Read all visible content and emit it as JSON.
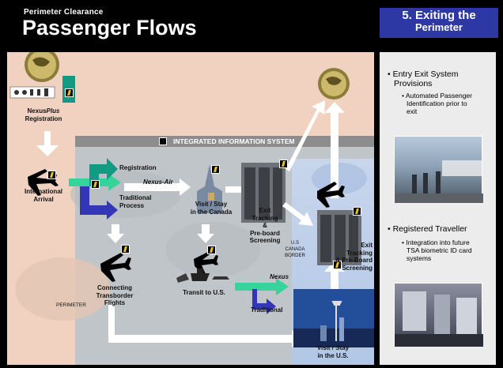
{
  "header": {
    "kicker": "Perimeter Clearance",
    "title": "Passenger Flows",
    "section_number": "5. Exiting the",
    "section_name": "Perimeter"
  },
  "diagram": {
    "integrated_system_label": "INTEGRATED INFORMATION SYSTEM",
    "nexus_plus_line1_a": "Nexus",
    "nexus_plus_line1_b": "Plus",
    "nexus_plus_line2": "Registration",
    "international_arrival_1": "International",
    "international_arrival_2": "Arrival",
    "registration": "Registration",
    "nexus_air": "Nexus-Air",
    "traditional_process_1": "Traditional",
    "traditional_process_2": "Process",
    "visit_canada_1": "Visit / Stay",
    "visit_canada_2": "in the Canada",
    "exit_tracking_1_a": "Exit",
    "exit_tracking_1_b": "Tracking",
    "exit_tracking_1_c": "&",
    "exit_tracking_1_d": "Pre-board",
    "exit_tracking_1_e": "Screening",
    "border_1": "U.S",
    "border_2": "CANADA",
    "border_3": "BORDER",
    "exit_tracking_2_a": "Exit",
    "exit_tracking_2_b": "Tracking",
    "exit_tracking_2_c": "& Pre-Board",
    "exit_tracking_2_d": "Screening",
    "connecting_1": "Connecting",
    "connecting_2": "Transborder",
    "connecting_3": "Flights",
    "perimeter": "PERIMETER",
    "transit": "Transit to U.S.",
    "nexus": "Nexus",
    "traditional": "Traditional",
    "visit_us_1": "Visit / Stay",
    "visit_us_2": "in the U.S."
  },
  "sidebar": {
    "item1_title_1": "• Entry Exit System",
    "item1_title_2": "Provisions",
    "item1_sub_1": "• Automated Passenger",
    "item1_sub_2": "Identification prior to",
    "item1_sub_3": "exit",
    "item2_title": "• Registered Traveller",
    "item2_sub_1": "• Integration into future",
    "item2_sub_2": "TSA biometric ID card",
    "item2_sub_3": "systems"
  },
  "colors": {
    "section_blue": "#2e38a4",
    "teal_arrow": "#139a82",
    "blue_arrow": "#3336b6",
    "green_arrow": "#36d49b",
    "bolt_yellow": "#e7c316"
  }
}
